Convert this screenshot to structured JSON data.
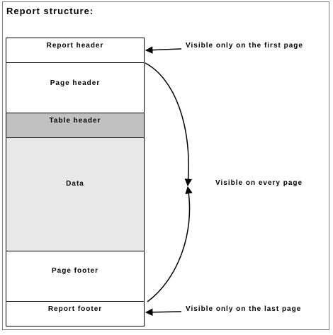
{
  "title": "Report structure:",
  "sections": [
    {
      "id": "report-header",
      "label": "Report header"
    },
    {
      "id": "page-header",
      "label": "Page header"
    },
    {
      "id": "table-header",
      "label": "Table header"
    },
    {
      "id": "data",
      "label": "Data"
    },
    {
      "id": "page-footer",
      "label": "Page footer"
    },
    {
      "id": "report-footer",
      "label": "Report footer"
    }
  ],
  "notes": {
    "first_page": "Visible only on the first page",
    "every_page": "Visible on every page",
    "last_page": "Visible only on the last page"
  },
  "colors": {
    "table_header_fill": "#c0c0c0",
    "data_fill": "#e8e8e8",
    "default_fill": "#ffffff"
  }
}
